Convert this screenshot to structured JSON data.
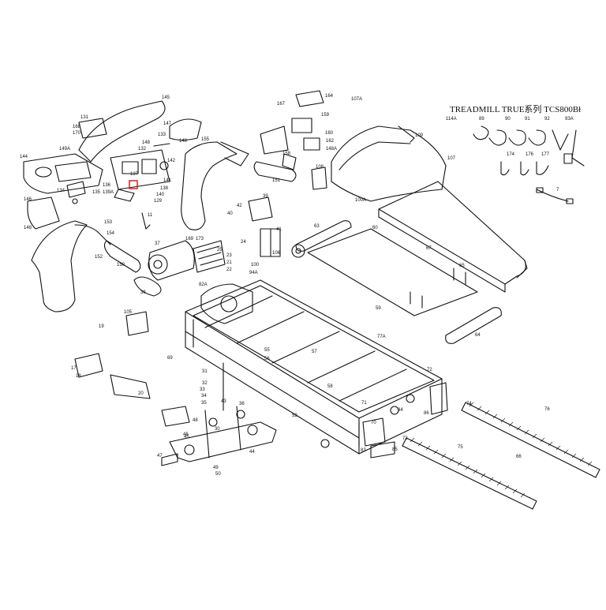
{
  "title": "TREADMILL TRUE系列 TCS800Bɫ",
  "callouts": [
    {
      "id": "c145",
      "label": "145"
    },
    {
      "id": "c131",
      "label": "131"
    },
    {
      "id": "c168",
      "label": "168"
    },
    {
      "id": "c170",
      "label": "170"
    },
    {
      "id": "c149a",
      "label": "149A"
    },
    {
      "id": "c144",
      "label": "144"
    },
    {
      "id": "c148a",
      "label": "148"
    },
    {
      "id": "c147",
      "label": "147"
    },
    {
      "id": "c132",
      "label": "132"
    },
    {
      "id": "c133",
      "label": "133"
    },
    {
      "id": "c136",
      "label": "136"
    },
    {
      "id": "c137",
      "label": "137"
    },
    {
      "id": "c135",
      "label": "135"
    },
    {
      "id": "c134",
      "label": "134"
    },
    {
      "id": "c139a",
      "label": "139A"
    },
    {
      "id": "c138",
      "label": "138"
    },
    {
      "id": "c140",
      "label": "140"
    },
    {
      "id": "c129",
      "label": "129"
    },
    {
      "id": "c141",
      "label": "141"
    },
    {
      "id": "c142",
      "label": "142"
    },
    {
      "id": "c146",
      "label": "146"
    },
    {
      "id": "c148b",
      "label": "148"
    },
    {
      "id": "c11",
      "label": "11"
    },
    {
      "id": "c153",
      "label": "153"
    },
    {
      "id": "c154",
      "label": "154"
    },
    {
      "id": "c152",
      "label": "152"
    },
    {
      "id": "c150",
      "label": "150"
    },
    {
      "id": "c151",
      "label": "151"
    },
    {
      "id": "c148c",
      "label": "148"
    },
    {
      "id": "c155",
      "label": "155"
    },
    {
      "id": "c167",
      "label": "167"
    },
    {
      "id": "c164",
      "label": "164"
    },
    {
      "id": "c159",
      "label": "159"
    },
    {
      "id": "c162",
      "label": "162"
    },
    {
      "id": "c148d",
      "label": "148A"
    },
    {
      "id": "c160",
      "label": "160"
    },
    {
      "id": "c158",
      "label": "158"
    },
    {
      "id": "c107a",
      "label": "107A"
    },
    {
      "id": "c109",
      "label": "109"
    },
    {
      "id": "c107",
      "label": "107"
    },
    {
      "id": "c108",
      "label": "108"
    },
    {
      "id": "c100a",
      "label": "100A"
    },
    {
      "id": "c114a",
      "label": "114A"
    },
    {
      "id": "c89",
      "label": "89"
    },
    {
      "id": "c90",
      "label": "90"
    },
    {
      "id": "c91",
      "label": "91"
    },
    {
      "id": "c92",
      "label": "92"
    },
    {
      "id": "c93a",
      "label": "93A"
    },
    {
      "id": "c174",
      "label": "174"
    },
    {
      "id": "c176",
      "label": "176"
    },
    {
      "id": "c177",
      "label": "177"
    },
    {
      "id": "c7",
      "label": "7"
    },
    {
      "id": "c39",
      "label": "39"
    },
    {
      "id": "c42",
      "label": "42"
    },
    {
      "id": "c40",
      "label": "40"
    },
    {
      "id": "c41",
      "label": "41"
    },
    {
      "id": "c63",
      "label": "63"
    },
    {
      "id": "c67",
      "label": "67"
    },
    {
      "id": "c60",
      "label": "60"
    },
    {
      "id": "c59",
      "label": "59"
    },
    {
      "id": "c64",
      "label": "64"
    },
    {
      "id": "c65",
      "label": "65"
    },
    {
      "id": "c38",
      "label": "38"
    },
    {
      "id": "c37",
      "label": "37"
    },
    {
      "id": "c169",
      "label": "169"
    },
    {
      "id": "c173",
      "label": "173"
    },
    {
      "id": "c23",
      "label": "23"
    },
    {
      "id": "c21",
      "label": "21"
    },
    {
      "id": "c22",
      "label": "22"
    },
    {
      "id": "c82a",
      "label": "82A"
    },
    {
      "id": "c100",
      "label": "100"
    },
    {
      "id": "c94a",
      "label": "94A"
    },
    {
      "id": "c106",
      "label": "106"
    },
    {
      "id": "c105",
      "label": "105"
    },
    {
      "id": "c19",
      "label": "19"
    },
    {
      "id": "c20",
      "label": "20"
    },
    {
      "id": "c17",
      "label": "17"
    },
    {
      "id": "c18",
      "label": "18"
    },
    {
      "id": "c69",
      "label": "69"
    },
    {
      "id": "c31",
      "label": "31"
    },
    {
      "id": "c32",
      "label": "32"
    },
    {
      "id": "c33",
      "label": "33"
    },
    {
      "id": "c34",
      "label": "34"
    },
    {
      "id": "c35",
      "label": "35"
    },
    {
      "id": "c30",
      "label": "30"
    },
    {
      "id": "c36",
      "label": "36"
    },
    {
      "id": "c55",
      "label": "55"
    },
    {
      "id": "c56",
      "label": "56"
    },
    {
      "id": "c57",
      "label": "57"
    },
    {
      "id": "c58",
      "label": "58"
    },
    {
      "id": "c77a",
      "label": "77A"
    },
    {
      "id": "c72",
      "label": "72"
    },
    {
      "id": "c73",
      "label": "73"
    },
    {
      "id": "c74",
      "label": "74"
    },
    {
      "id": "c75",
      "label": "75"
    },
    {
      "id": "c76",
      "label": "76"
    },
    {
      "id": "c66",
      "label": "66"
    },
    {
      "id": "c86",
      "label": "86"
    },
    {
      "id": "c84",
      "label": "84"
    },
    {
      "id": "c85",
      "label": "85"
    },
    {
      "id": "c83",
      "label": "83"
    },
    {
      "id": "c70",
      "label": "70"
    },
    {
      "id": "c71",
      "label": "71"
    },
    {
      "id": "c52",
      "label": "52"
    },
    {
      "id": "c44",
      "label": "44"
    },
    {
      "id": "c45",
      "label": "45"
    },
    {
      "id": "c46",
      "label": "46"
    },
    {
      "id": "c47",
      "label": "47"
    },
    {
      "id": "c48",
      "label": "48"
    },
    {
      "id": "c49",
      "label": "49"
    },
    {
      "id": "c50",
      "label": "50"
    },
    {
      "id": "c43",
      "label": "43"
    },
    {
      "id": "c24",
      "label": "24"
    },
    {
      "id": "c25",
      "label": "25"
    }
  ]
}
